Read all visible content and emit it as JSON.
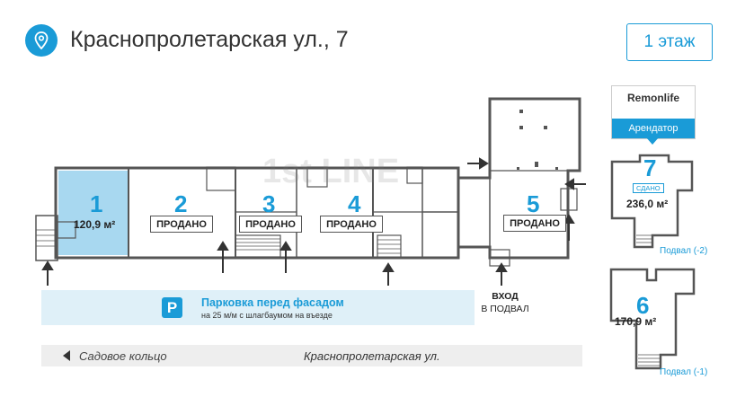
{
  "header": {
    "address": "Краснопролетарская ул., 7",
    "floor_button": "1 этаж"
  },
  "watermark": "1st LINE",
  "units": [
    {
      "number": "1",
      "area": "120,9 м²"
    },
    {
      "number": "2",
      "status": "ПРОДАНО"
    },
    {
      "number": "3",
      "status": "ПРОДАНО"
    },
    {
      "number": "4",
      "status": "ПРОДАНО"
    },
    {
      "number": "5",
      "status": "ПРОДАНО"
    }
  ],
  "side_plans": [
    {
      "number": "7",
      "status": "СДАНО",
      "area": "236,0 м²",
      "level": "Подвал (-2)"
    },
    {
      "number": "6",
      "area": "170,9 м²",
      "level": "Подвал (-1)"
    }
  ],
  "tenant": {
    "logo_text": "Remonlife",
    "label": "Арендатор"
  },
  "parking": {
    "icon": "P",
    "title": "Парковка перед фасадом",
    "subtitle": "на 25 м/м с шлагбаумом на въезде"
  },
  "entrance": {
    "line1": "ВХОД",
    "line2": "В ПОДВАЛ"
  },
  "street_bar": {
    "left_label": "Садовое кольцо",
    "street_label": "Краснопролетарская ул."
  },
  "colors": {
    "accent": "#1a9bd7",
    "highlight_unit": "#a8d8f0",
    "parking_bg": "#dff0f8",
    "street_bg": "#eeeeee"
  }
}
